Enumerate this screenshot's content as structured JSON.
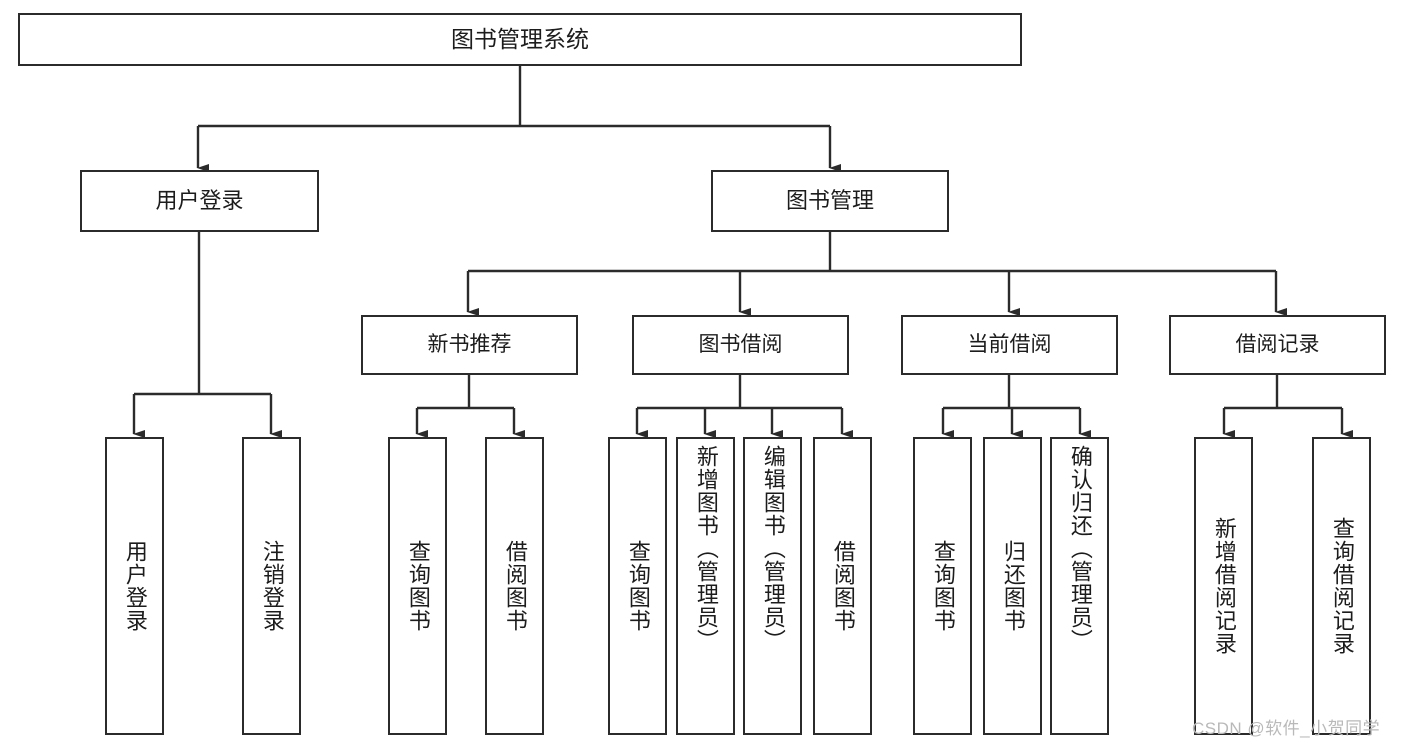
{
  "diagram": {
    "title": "图书管理系统",
    "type": "tree",
    "colors": {
      "box_border": "#2b2b2b",
      "box_fill": "#ffffff",
      "edge": "#2b2b2b",
      "text": "#1c1c1c",
      "watermark": "#b9b9b9"
    },
    "root": {
      "label": "图书管理系统"
    },
    "level2": [
      {
        "label": "用户登录"
      },
      {
        "label": "图书管理"
      }
    ],
    "level3": [
      {
        "label": "新书推荐"
      },
      {
        "label": "图书借阅"
      },
      {
        "label": "当前借阅"
      },
      {
        "label": "借阅记录"
      }
    ],
    "leaves": {
      "user_login": [
        {
          "label": "用户登录"
        },
        {
          "label": "注销登录"
        }
      ],
      "new_book_recommend": [
        {
          "label": "查询图书"
        },
        {
          "label": "借阅图书"
        }
      ],
      "book_borrow": [
        {
          "label": "查询图书"
        },
        {
          "label": "新增图书（管理员）"
        },
        {
          "label": "编辑图书（管理员）"
        },
        {
          "label": "借阅图书"
        }
      ],
      "current_borrow": [
        {
          "label": "查询图书"
        },
        {
          "label": "归还图书"
        },
        {
          "label": "确认归还（管理员）"
        }
      ],
      "borrow_record": [
        {
          "label": "新增借阅记录"
        },
        {
          "label": "查询借阅记录"
        }
      ]
    }
  },
  "watermark": {
    "text": "CSDN @软件_小贺同学"
  }
}
